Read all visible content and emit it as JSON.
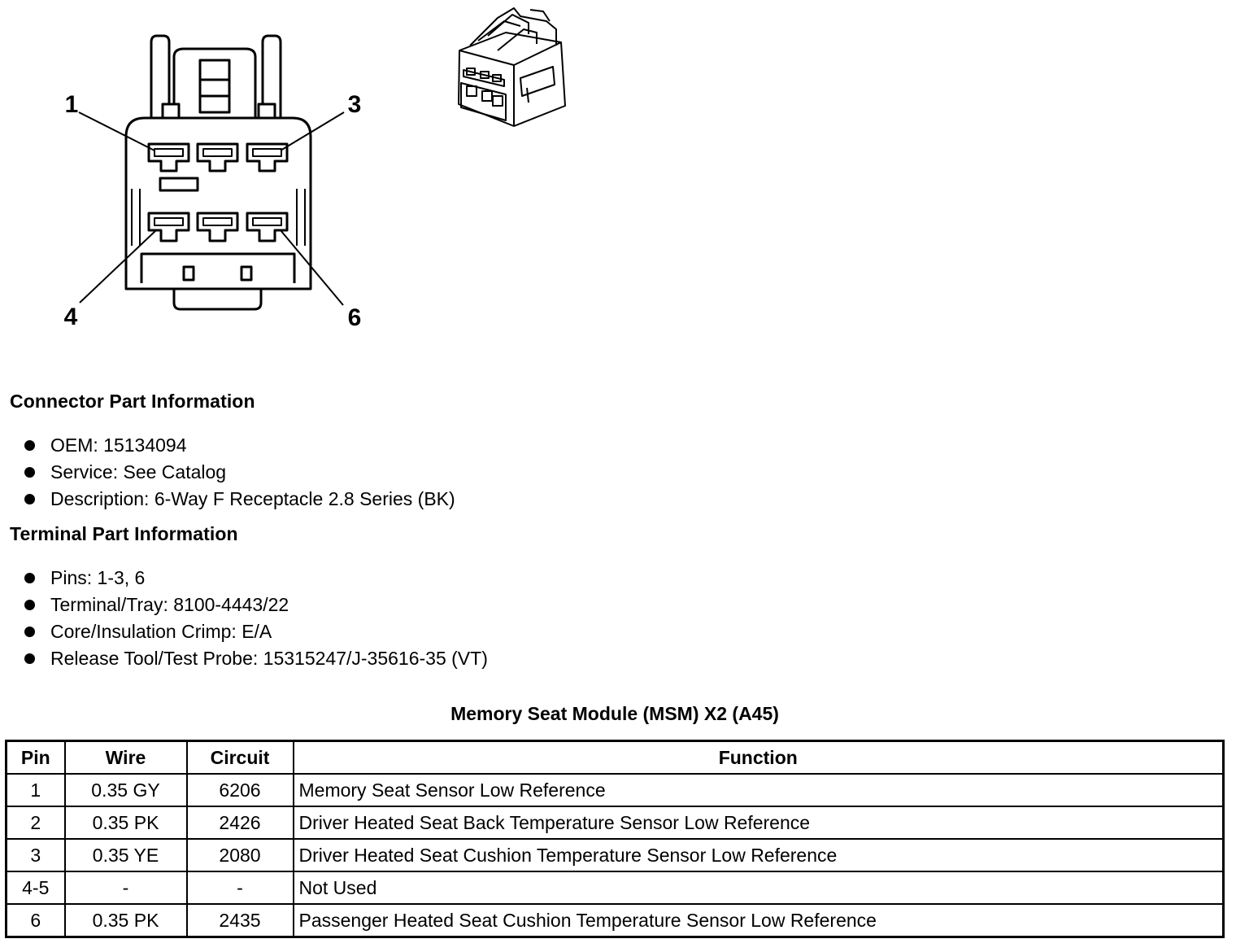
{
  "diagram": {
    "pin_labels": [
      "1",
      "3",
      "4",
      "6"
    ]
  },
  "connector_info": {
    "heading": "Connector Part Information",
    "items": [
      "OEM: 15134094",
      "Service: See Catalog",
      "Description: 6-Way F Receptacle 2.8 Series (BK)"
    ]
  },
  "terminal_info": {
    "heading": "Terminal Part Information",
    "items": [
      "Pins: 1-3, 6",
      "Terminal/Tray: 8100-4443/22",
      "Core/Insulation Crimp: E/A",
      "Release Tool/Test Probe: 15315247/J-35616-35 (VT)"
    ]
  },
  "table": {
    "title": "Memory Seat Module (MSM) X2 (A45)",
    "headers": [
      "Pin",
      "Wire",
      "Circuit",
      "Function"
    ],
    "rows": [
      [
        "1",
        "0.35 GY",
        "6206",
        "Memory Seat Sensor Low Reference"
      ],
      [
        "2",
        "0.35 PK",
        "2426",
        "Driver Heated Seat Back Temperature Sensor Low Reference"
      ],
      [
        "3",
        "0.35 YE",
        "2080",
        "Driver Heated Seat Cushion Temperature Sensor Low Reference"
      ],
      [
        "4-5",
        "-",
        "-",
        "Not Used"
      ],
      [
        "6",
        "0.35 PK",
        "2435",
        "Passenger Heated Seat Cushion Temperature Sensor Low Reference"
      ]
    ]
  }
}
